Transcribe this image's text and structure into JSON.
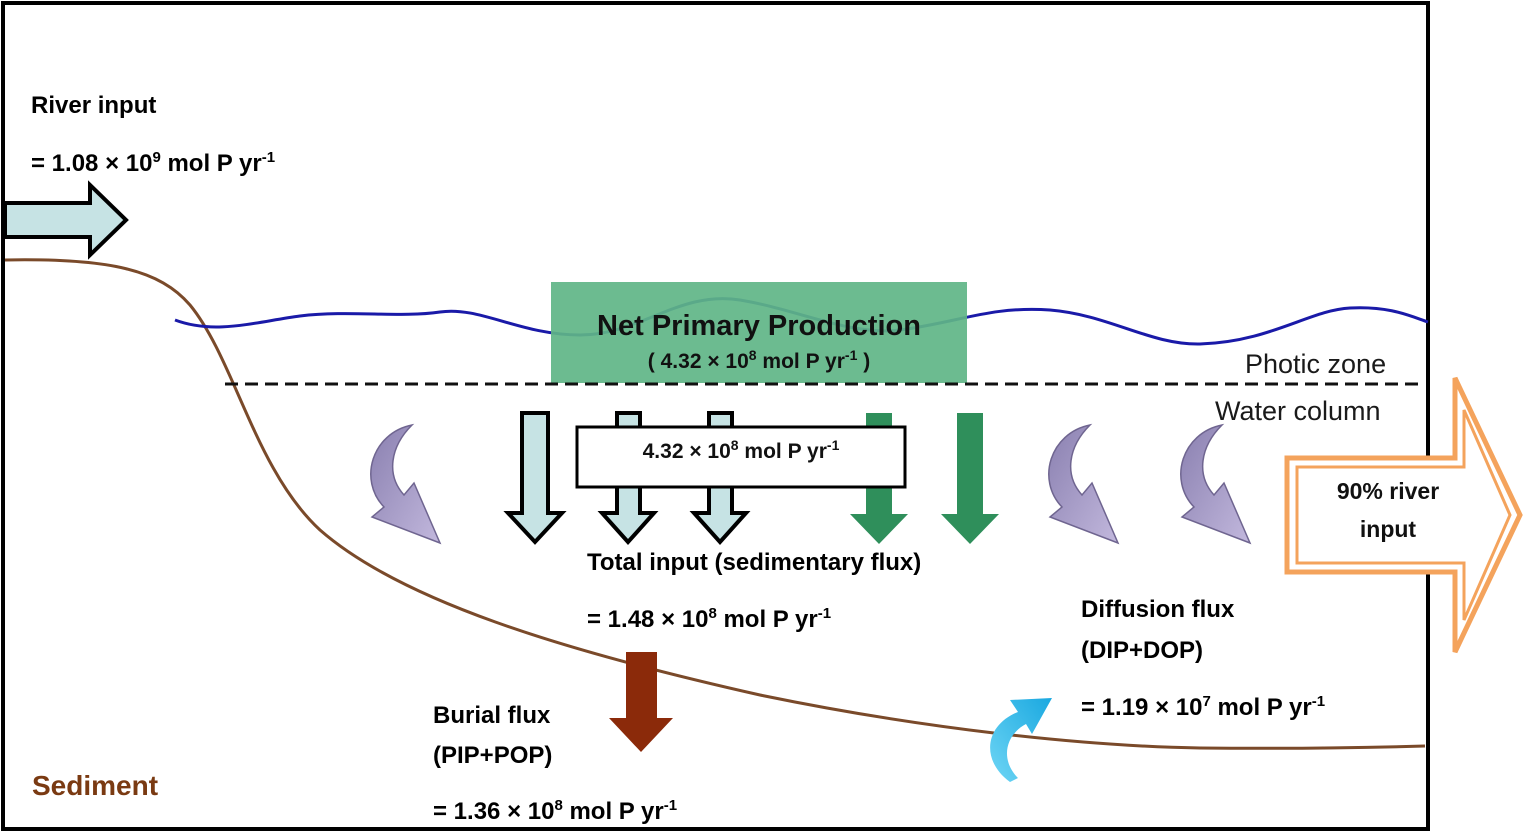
{
  "colors": {
    "river_arrow": "#c6e3e4",
    "npp_box": "#5fb587",
    "green_arrow": "#2f8f5b",
    "purple_arrow": "#a59ac5",
    "burial_arrow": "#8b2a0a",
    "diffusion_arrow": "#2ec0ee",
    "output_arrow": "#f4a35c",
    "water_surface": "#1a1aa8",
    "sediment_line": "#7a4a2a"
  },
  "river_input": {
    "title": "River input",
    "value_prefix": "= 1.08  ×  10",
    "value_exp": "9",
    "value_suffix": " mol P yr",
    "unit_exp": "-1"
  },
  "npp": {
    "title": "Net Primary Production",
    "value_prefix": "( 4.32 × 10",
    "value_exp": "8",
    "value_suffix": " mol P yr",
    "unit_exp": "-1",
    "value_close": " )"
  },
  "zones": {
    "photic": "Photic zone",
    "water_column": "Water column",
    "sediment": "Sediment"
  },
  "flux_box": {
    "value_prefix": "4.32 × 10",
    "value_exp": "8",
    "value_suffix": " mol P yr",
    "unit_exp": "-1"
  },
  "total_input": {
    "title": "Total input (sedimentary flux)",
    "value_prefix": "= 1.48  ×  10",
    "value_exp": "8",
    "value_suffix": " mol P yr",
    "unit_exp": "-1"
  },
  "diffusion": {
    "title": "Diffusion flux",
    "subtitle": "(DIP+DOP)",
    "value_prefix": "= 1.19  ×  10",
    "value_exp": "7",
    "value_suffix": " mol P yr",
    "unit_exp": "-1"
  },
  "burial": {
    "title": "Burial flux",
    "subtitle": "(PIP+POP)",
    "value_prefix": "= 1.36  ×  10",
    "value_exp": "8",
    "value_suffix": " mol P yr",
    "unit_exp": "-1"
  },
  "output": {
    "line1": "90% river",
    "line2": "input"
  }
}
